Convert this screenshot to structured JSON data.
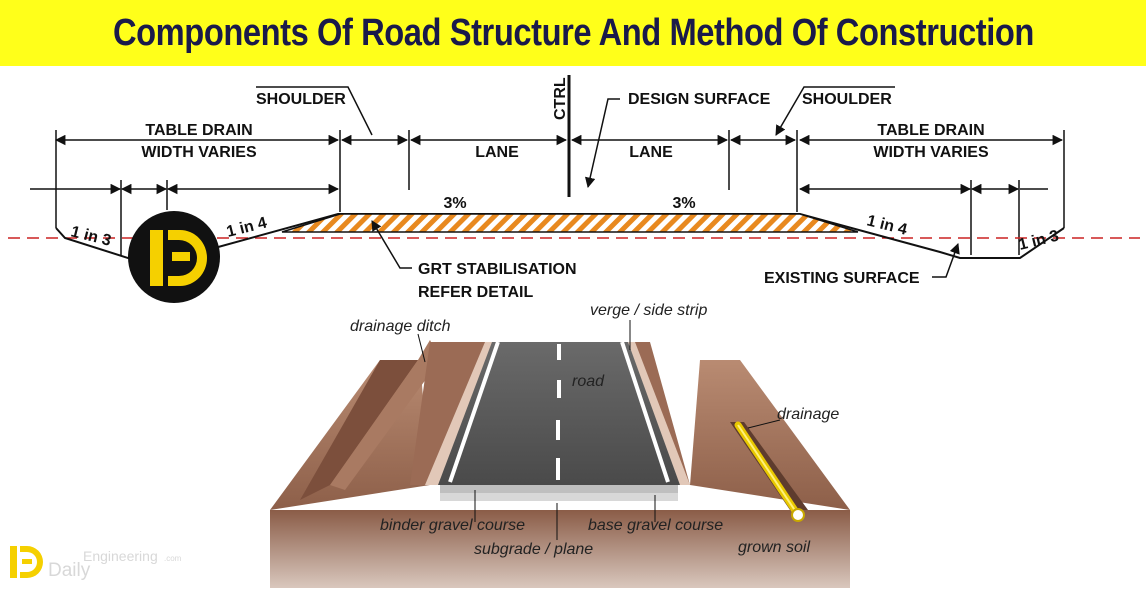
{
  "title": "Components Of Road Structure And Method Of Construction",
  "cross_section": {
    "shoulder_left": "SHOULDER",
    "shoulder_right": "SHOULDER",
    "ctrl": "CTRL",
    "design_surface": "DESIGN SURFACE",
    "table_drain_left": [
      "TABLE DRAIN",
      "WIDTH VARIES"
    ],
    "table_drain_right": [
      "TABLE DRAIN",
      "WIDTH VARIES"
    ],
    "lane_left": "LANE",
    "lane_right": "LANE",
    "slope_left": "3%",
    "slope_right": "3%",
    "batter_left_outer": "1 in 3",
    "batter_left_inner": "1 in 4",
    "batter_right_inner": "1 in 4",
    "batter_right_outer": "1 in 3",
    "grt_note": [
      "GRT STABILISATION",
      "REFER DETAIL"
    ],
    "existing_surface": "EXISTING SURFACE"
  },
  "road_3d": {
    "drainage_ditch": "drainage ditch",
    "verge": "verge / side strip",
    "road": "road",
    "drainage": "drainage",
    "binder": "binder gravel course",
    "base": "base gravel course",
    "subgrade": "subgrade / plane",
    "grown_soil": "grown soil"
  },
  "brand": {
    "name": "Daily",
    "site": "Engineering",
    "tld": ".com",
    "logo_letters": "DE"
  },
  "colors": {
    "title_bg": "#ffff1a",
    "title_text": "#1a1a4a",
    "logo_yellow": "#f5d000",
    "hatch_orange": "#e8891f",
    "existing_surface_line": "#cc2222",
    "soil": "#9b6b55",
    "asphalt": "#555555"
  }
}
